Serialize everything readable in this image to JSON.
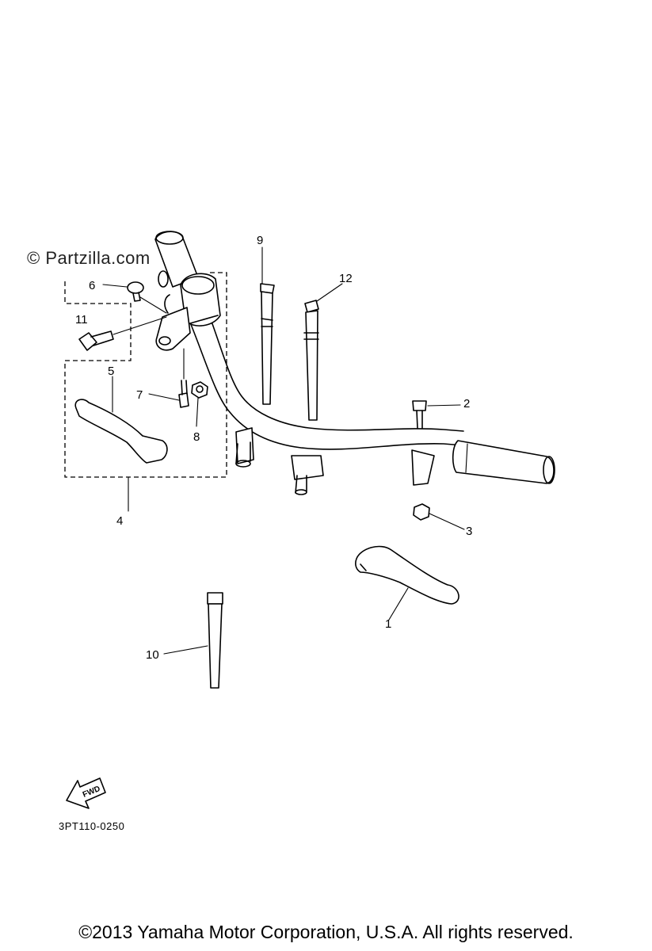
{
  "watermark": "© Partzilla.com",
  "callouts": [
    {
      "id": "1",
      "label": "1"
    },
    {
      "id": "2",
      "label": "2"
    },
    {
      "id": "3",
      "label": "3"
    },
    {
      "id": "4",
      "label": "4"
    },
    {
      "id": "5",
      "label": "5"
    },
    {
      "id": "6",
      "label": "6"
    },
    {
      "id": "7",
      "label": "7"
    },
    {
      "id": "8",
      "label": "8"
    },
    {
      "id": "9",
      "label": "9"
    },
    {
      "id": "10",
      "label": "10"
    },
    {
      "id": "11",
      "label": "11"
    },
    {
      "id": "12",
      "label": "12"
    }
  ],
  "fwd_label": "FWD",
  "part_code": "3PT110-0250",
  "copyright": "©2013 Yamaha Motor Corporation, U.S.A. All rights reserved."
}
